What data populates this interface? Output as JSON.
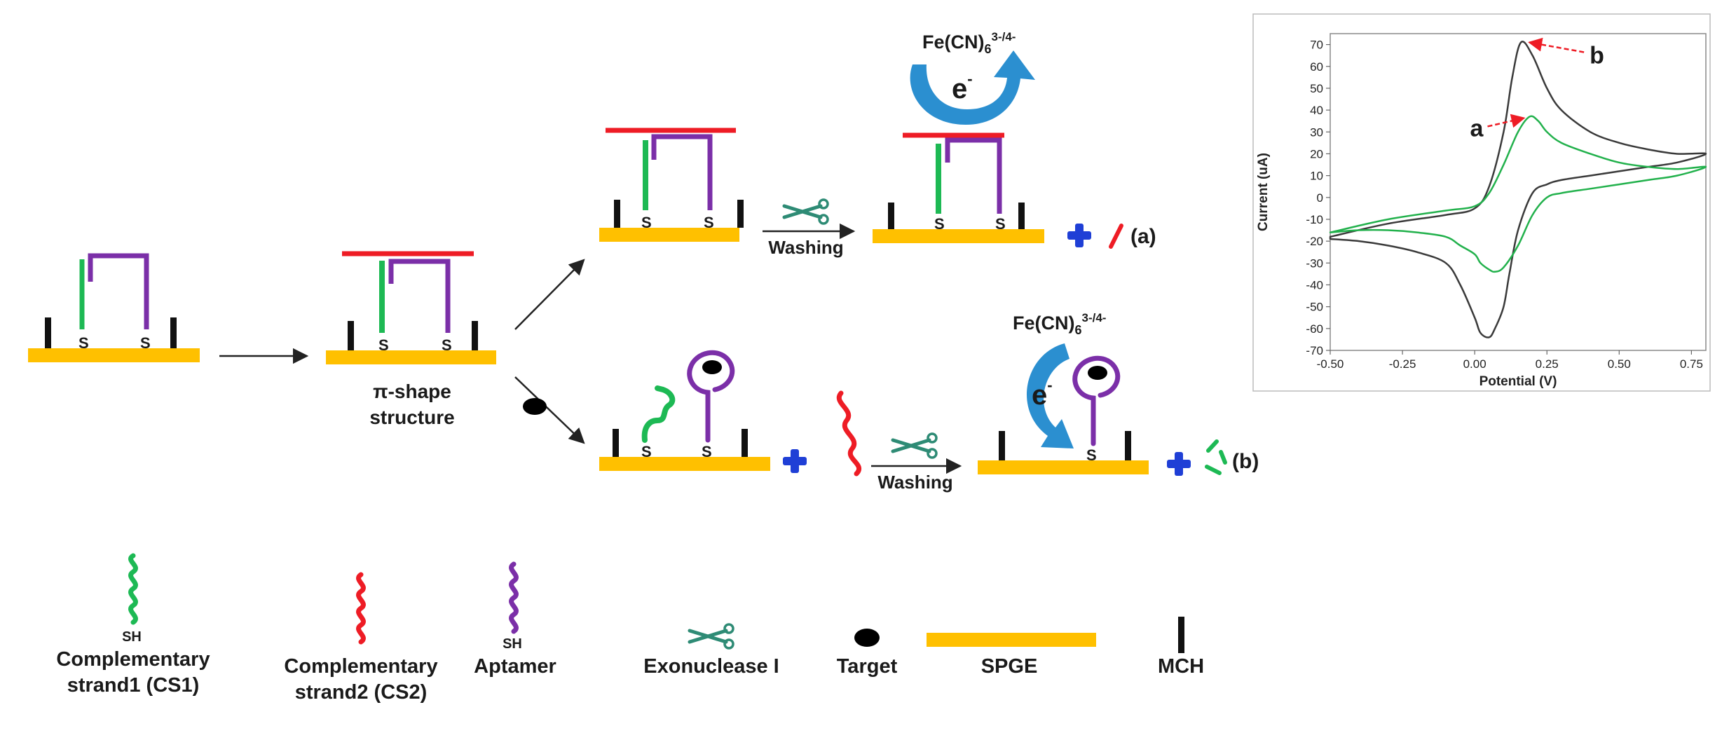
{
  "labels": {
    "pi_shape_line1": "π-shape",
    "pi_shape_line2": "structure",
    "washing": "Washing",
    "s": "S",
    "electron": "e",
    "electron_sup": "-",
    "redox_main": "Fe(CN)",
    "redox_sub": "6",
    "redox_sup": "3-/4-",
    "result_a": "(a)",
    "result_b": "(b)"
  },
  "legend": [
    {
      "id": "cs1",
      "line1": "Complementary",
      "line2": "strand1 (CS1)",
      "tag": "SH",
      "color": "#1db954"
    },
    {
      "id": "cs2",
      "line1": "Complementary",
      "line2": "strand2 (CS2)",
      "tag": "",
      "color": "#ee1c25"
    },
    {
      "id": "aptamer",
      "line1": "Aptamer",
      "line2": "",
      "tag": "SH",
      "color": "#7b2fa8"
    },
    {
      "id": "exo",
      "line1": "Exonuclease I",
      "line2": "",
      "tag": "",
      "color": "#2e8b75"
    },
    {
      "id": "target",
      "line1": "Target",
      "line2": "",
      "tag": "",
      "color": "#000000"
    },
    {
      "id": "spge",
      "line1": "SPGE",
      "line2": "",
      "tag": "",
      "color": "#ffc000"
    },
    {
      "id": "mch",
      "line1": "MCH",
      "line2": "",
      "tag": "",
      "color": "#000000"
    }
  ],
  "colors": {
    "electrode": "#ffc000",
    "cs1": "#1db954",
    "cs2": "#ee1c25",
    "aptamer": "#7b2fa8",
    "plus": "#1f3fd6",
    "electron_arrow": "#2b8fd0",
    "scissors": "#2e8b75"
  },
  "chart_data": {
    "type": "line",
    "xlabel": "Potential (V)",
    "ylabel": "Current (uA)",
    "xlim": [
      -0.5,
      0.8
    ],
    "ylim": [
      -70,
      75
    ],
    "xticks": [
      "-0.50",
      "-0.25",
      "0.00",
      "0.25",
      "0.50",
      "0.75"
    ],
    "xtick_values": [
      -0.5,
      -0.25,
      0.0,
      0.25,
      0.5,
      0.75
    ],
    "yticks": [
      70,
      60,
      50,
      40,
      30,
      20,
      10,
      0,
      -10,
      -20,
      -30,
      -40,
      -50,
      -60,
      -70
    ],
    "grid": false,
    "annotations": [
      {
        "text": "a",
        "x": 0.19,
        "y": 37
      },
      {
        "text": "b",
        "x": 0.16,
        "y": 71
      }
    ],
    "series": [
      {
        "color": "#3a3a3a",
        "x": [
          -0.5,
          -0.3,
          -0.1,
          0.0,
          0.05,
          0.1,
          0.13,
          0.16,
          0.2,
          0.25,
          0.3,
          0.4,
          0.5,
          0.6,
          0.7,
          0.8,
          0.7,
          0.6,
          0.5,
          0.4,
          0.3,
          0.25,
          0.2,
          0.15,
          0.12,
          0.1,
          0.07,
          0.05,
          0.02,
          0.0,
          -0.05,
          -0.1,
          -0.2,
          -0.3,
          -0.4,
          -0.5
        ],
        "y": [
          -18,
          -12,
          -8,
          -5,
          5,
          30,
          55,
          71,
          65,
          50,
          40,
          30,
          25,
          22,
          20,
          20,
          16,
          14,
          12,
          10,
          8,
          6,
          2,
          -15,
          -35,
          -50,
          -60,
          -64,
          -62,
          -55,
          -40,
          -30,
          -25,
          -22,
          -20,
          -19
        ]
      },
      {
        "color": "#22b14c",
        "x": [
          -0.5,
          -0.3,
          -0.1,
          0.0,
          0.05,
          0.1,
          0.15,
          0.19,
          0.22,
          0.25,
          0.3,
          0.4,
          0.5,
          0.6,
          0.7,
          0.8,
          0.7,
          0.6,
          0.5,
          0.4,
          0.3,
          0.25,
          0.2,
          0.15,
          0.1,
          0.07,
          0.05,
          0.02,
          0.0,
          -0.05,
          -0.1,
          -0.2,
          -0.3,
          -0.4,
          -0.5
        ],
        "y": [
          -16,
          -10,
          -6,
          -4,
          2,
          15,
          30,
          37,
          35,
          30,
          25,
          20,
          16,
          14,
          13,
          14,
          10,
          8,
          6,
          4,
          2,
          0,
          -8,
          -22,
          -32,
          -34,
          -33,
          -30,
          -26,
          -22,
          -18,
          -16,
          -15,
          -15,
          -16
        ]
      }
    ]
  }
}
